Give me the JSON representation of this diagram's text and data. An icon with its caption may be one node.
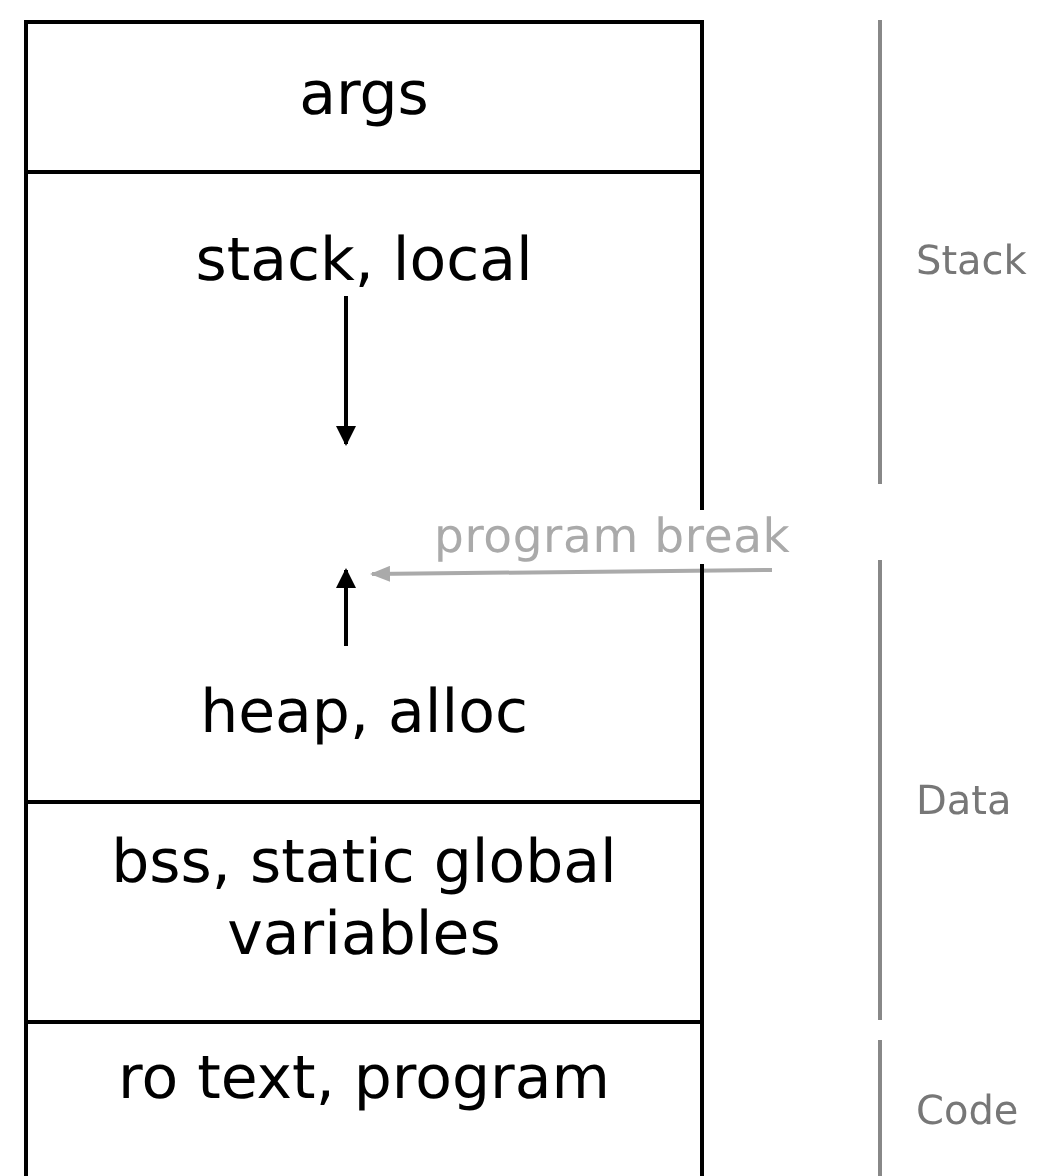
{
  "diagram": {
    "nodes": [
      {
        "text": [
          "args"
        ]
      },
      {
        "text": [
          "stack, local",
          "heap, alloc"
        ]
      },
      {
        "text": [
          "bss, static global variables"
        ]
      },
      {
        "text": [
          "ro text, program"
        ]
      },
      {
        "text": [
          "program break"
        ]
      }
    ],
    "edges": [
      {
        "from": 4,
        "to": 1,
        "arrow": "to"
      }
    ],
    "labels": [
      "Stack",
      "Data",
      "Code"
    ]
  }
}
